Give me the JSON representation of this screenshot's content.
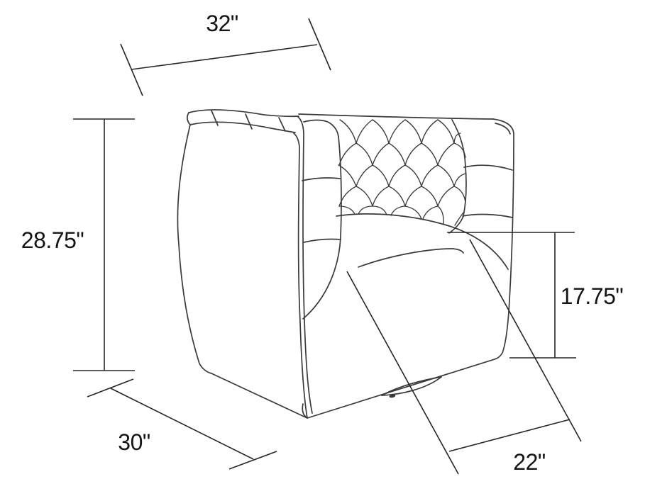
{
  "page": {
    "title": "Chair dimensions diagram",
    "background_color": "#ffffff",
    "line_color": "#3a3a3a",
    "text_color": "#141414"
  },
  "drawing": {
    "subject": "tufted-swivel-barrel-chair-line-art",
    "parts": [
      "left-arm",
      "diamond-tufted-back",
      "right-side-panel",
      "seat-cushion",
      "swivel-base"
    ]
  },
  "dims": {
    "width": {
      "label": "32\"",
      "value": 32,
      "unit": "in"
    },
    "height": {
      "label": "28.75\"",
      "value": 28.75,
      "unit": "in"
    },
    "seat_height": {
      "label": "17.75\"",
      "value": 17.75,
      "unit": "in"
    },
    "depth": {
      "label": "30\"",
      "value": 30,
      "unit": "in"
    },
    "seat_width": {
      "label": "22\"",
      "value": 22,
      "unit": "in"
    }
  }
}
